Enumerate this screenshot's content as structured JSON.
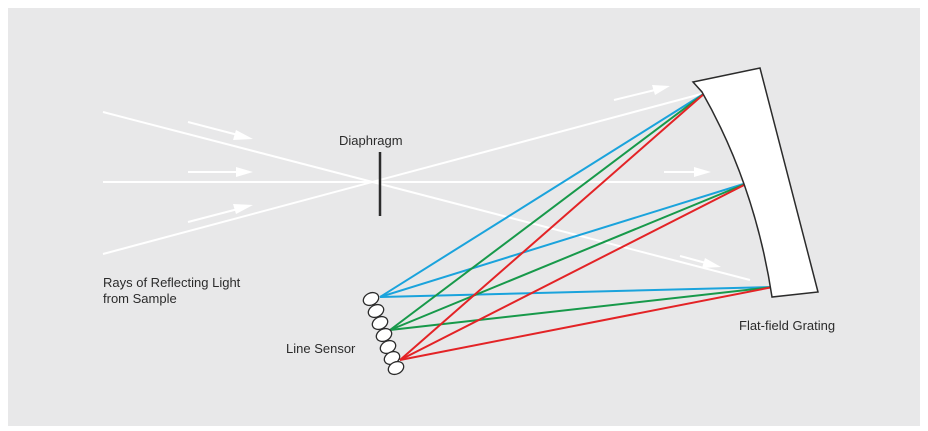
{
  "labels": {
    "diaphragm": "Diaphragm",
    "rays": "Rays of Reflecting Light\nfrom Sample",
    "line_sensor": "Line Sensor",
    "grating": "Flat-field Grating"
  },
  "colors": {
    "background": "#e8e8e9",
    "rays": "#ffffff",
    "blue": "#1aa3dc",
    "green": "#17994a",
    "red": "#e32326",
    "outline": "#2b2b2b"
  }
}
